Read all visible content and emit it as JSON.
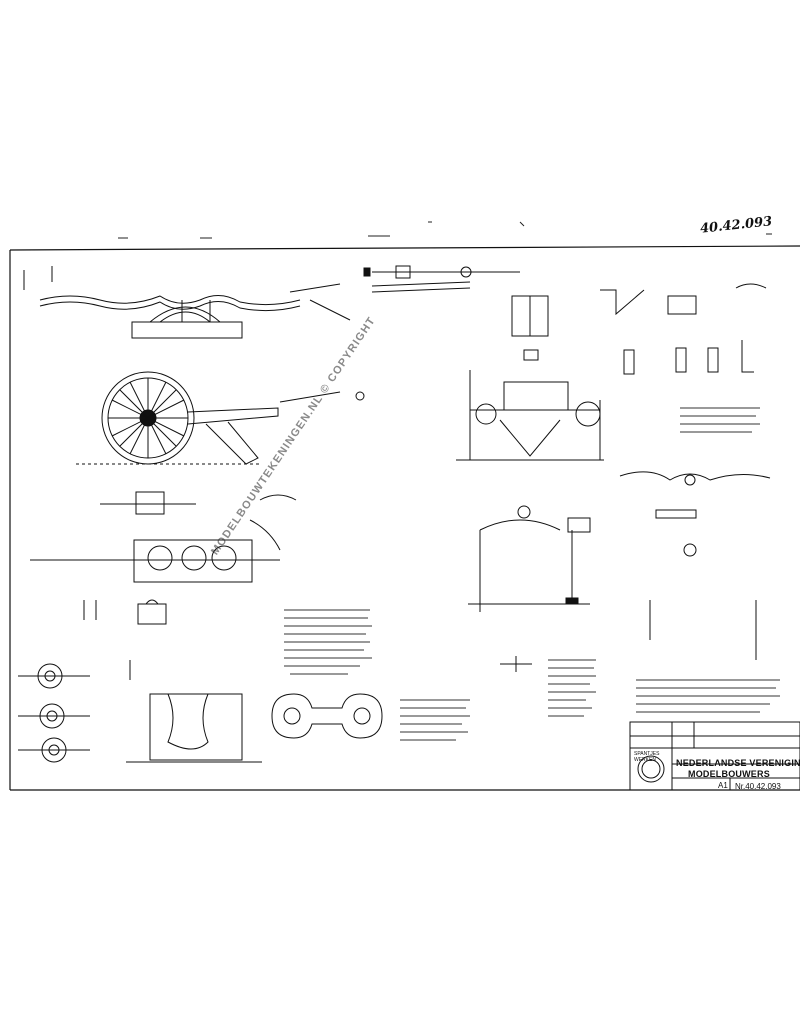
{
  "document": {
    "handwritten_reference": "40.42.093",
    "watermark": "MODELBOUWTEKENINGEN.NL © COPYRIGHT"
  },
  "title_block": {
    "organisation_line1": "NEDERLANDSE VERENIGING",
    "organisation_line2": "MODELBOUWERS",
    "drawing_number": "Nr.40.42.093",
    "sheet_format": "A1",
    "seal": "NVM seal",
    "small_fields": [
      "SPANTJES",
      "WERKEN"
    ]
  }
}
